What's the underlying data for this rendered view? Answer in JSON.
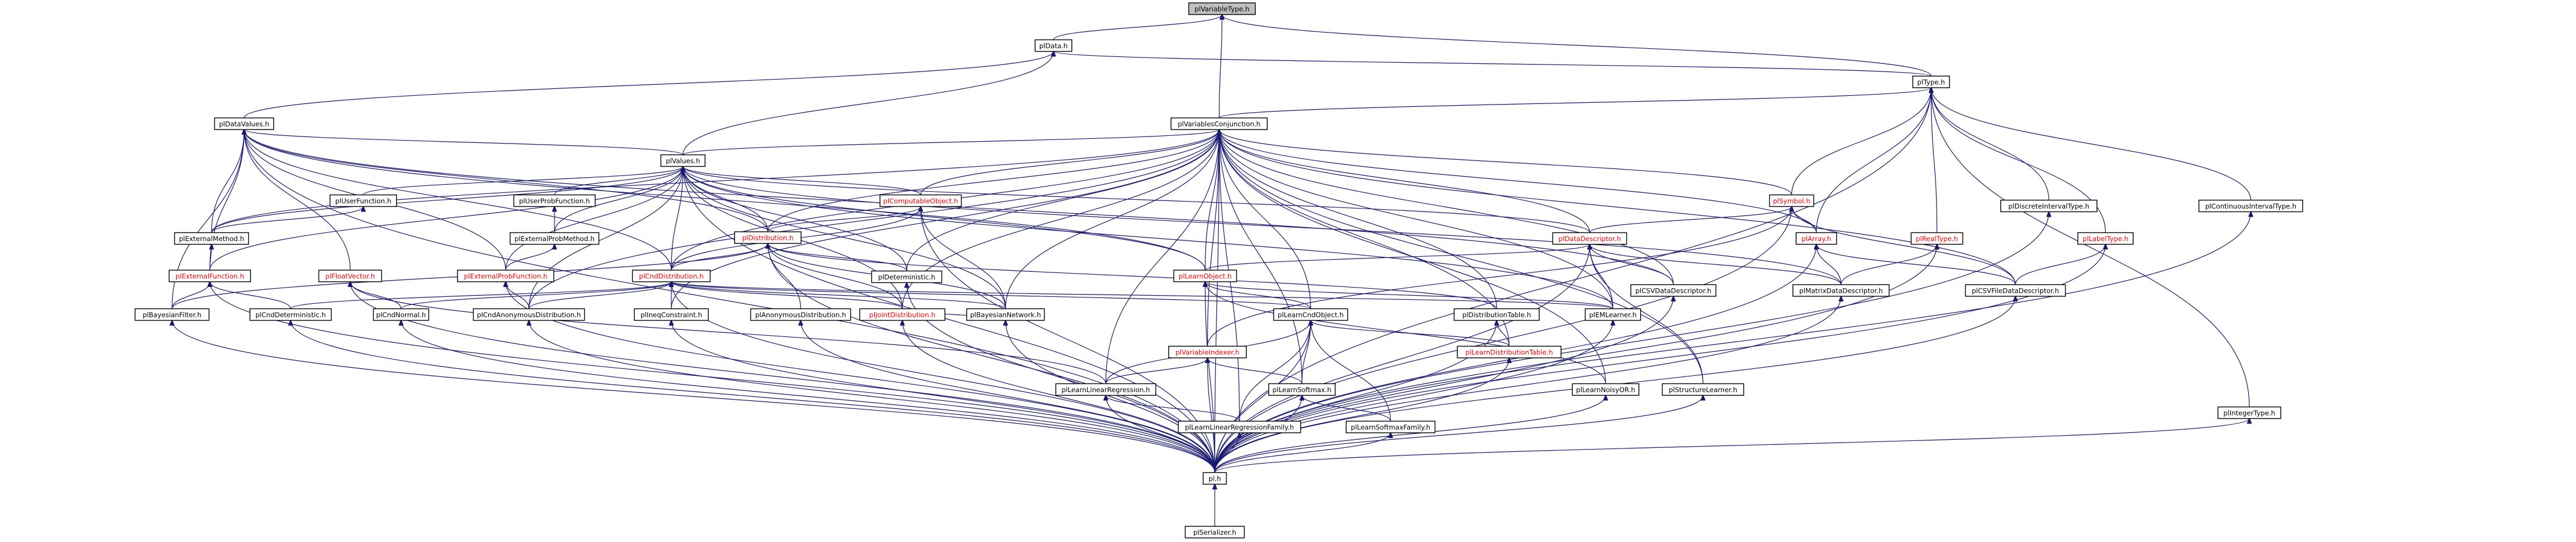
{
  "title": "plVariableType.h",
  "colors": {
    "edge": "#191970",
    "root_fill": "#bfbfbf",
    "box_fill": "#ffffff",
    "border": "#000000",
    "red_label": "#ff0000"
  },
  "nodes": [
    {
      "id": "plVariableType",
      "label": "plVariableType.h",
      "root": true
    },
    {
      "id": "plData",
      "label": "plData.h"
    },
    {
      "id": "plType",
      "label": "plType.h"
    },
    {
      "id": "plDataValues",
      "label": "plDataValues.h"
    },
    {
      "id": "plVariablesConjunction",
      "label": "plVariablesConjunction.h"
    },
    {
      "id": "plValues",
      "label": "plValues.h"
    },
    {
      "id": "plDiscreteIntervalType",
      "label": "plDiscreteIntervalType.h"
    },
    {
      "id": "plContinuousIntervalType",
      "label": "plContinuousIntervalType.h"
    },
    {
      "id": "plUserFunction",
      "label": "plUserFunction.h"
    },
    {
      "id": "plUserProbFunction",
      "label": "plUserProbFunction.h"
    },
    {
      "id": "plComputableObject",
      "label": "plComputableObject.h",
      "red": true
    },
    {
      "id": "plSymbol",
      "label": "plSymbol.h",
      "red": true
    },
    {
      "id": "plExternalMethod",
      "label": "plExternalMethod.h"
    },
    {
      "id": "plExternalProbMethod",
      "label": "plExternalProbMethod.h"
    },
    {
      "id": "plDistribution",
      "label": "plDistribution.h",
      "red": true
    },
    {
      "id": "plDataDescriptor",
      "label": "plDataDescriptor.h",
      "red": true
    },
    {
      "id": "plArray",
      "label": "plArray.h",
      "red": true
    },
    {
      "id": "plRealType",
      "label": "plRealType.h",
      "red": true
    },
    {
      "id": "plLabelType",
      "label": "plLabelType.h",
      "red": true
    },
    {
      "id": "plExternalFunction",
      "label": "plExternalFunction.h",
      "red": true
    },
    {
      "id": "plFloatVector",
      "label": "plFloatVector.h",
      "red": true
    },
    {
      "id": "plExternalProbFunction",
      "label": "plExternalProbFunction.h",
      "red": true
    },
    {
      "id": "plCndDistribution",
      "label": "plCndDistribution.h",
      "red": true
    },
    {
      "id": "plDeterministic",
      "label": "plDeterministic.h"
    },
    {
      "id": "plLearnObject",
      "label": "plLearnObject.h",
      "red": true
    },
    {
      "id": "plCSVDataDescriptor",
      "label": "plCSVDataDescriptor.h"
    },
    {
      "id": "plMatrixDataDescriptor",
      "label": "plMatrixDataDescriptor.h"
    },
    {
      "id": "plCSVFileDataDescriptor",
      "label": "plCSVFileDataDescriptor.h"
    },
    {
      "id": "plBayesianFilter",
      "label": "plBayesianFilter.h"
    },
    {
      "id": "plCndDeterministic",
      "label": "plCndDeterministic.h"
    },
    {
      "id": "plCndNormal",
      "label": "plCndNormal.h"
    },
    {
      "id": "plCndAnonymousDistribution",
      "label": "plCndAnonymousDistribution.h"
    },
    {
      "id": "plIneqConstraint",
      "label": "plIneqConstraint.h"
    },
    {
      "id": "plAnonymousDistribution",
      "label": "plAnonymousDistribution.h"
    },
    {
      "id": "plJointDistribution",
      "label": "plJointDistribution.h",
      "red": true
    },
    {
      "id": "plBayesianNetwork",
      "label": "plBayesianNetwork.h"
    },
    {
      "id": "plVariableIndexer",
      "label": "plVariableIndexer.h",
      "red": true
    },
    {
      "id": "plLearnCndObject",
      "label": "plLearnCndObject.h"
    },
    {
      "id": "plDistributionTable",
      "label": "plDistributionTable.h"
    },
    {
      "id": "plEMLearner",
      "label": "plEMLearner.h"
    },
    {
      "id": "plLearnLinearRegression",
      "label": "plLearnLinearRegression.h"
    },
    {
      "id": "plLearnSoftmax",
      "label": "plLearnSoftmax.h"
    },
    {
      "id": "plLearnDistributionTable",
      "label": "plLearnDistributionTable.h",
      "red": true
    },
    {
      "id": "plLearnNoisyOR",
      "label": "plLearnNoisyOR.h"
    },
    {
      "id": "plStructureLearner",
      "label": "plStructureLearner.h"
    },
    {
      "id": "plLearnLinearRegressionFamily",
      "label": "plLearnLinearRegressionFamily.h"
    },
    {
      "id": "plLearnSoftmaxFamily",
      "label": "plLearnSoftmaxFamily.h"
    },
    {
      "id": "plIntegerType",
      "label": "plIntegerType.h"
    },
    {
      "id": "pl",
      "label": "pl.h"
    },
    {
      "id": "plSerializer",
      "label": "plSerializer.h"
    }
  ],
  "edges": [
    [
      "plData",
      "plVariableType"
    ],
    [
      "plType",
      "plVariableType"
    ],
    [
      "plVariablesConjunction",
      "plVariableType"
    ],
    [
      "plType",
      "plData"
    ],
    [
      "plDataValues",
      "plData"
    ],
    [
      "plValues",
      "plData"
    ],
    [
      "plVariablesConjunction",
      "plType"
    ],
    [
      "plDiscreteIntervalType",
      "plType"
    ],
    [
      "plContinuousIntervalType",
      "plType"
    ],
    [
      "plSymbol",
      "plType"
    ],
    [
      "plArray",
      "plType"
    ],
    [
      "plRealType",
      "plType"
    ],
    [
      "plLabelType",
      "plType"
    ],
    [
      "plIntegerType",
      "plType"
    ],
    [
      "pl",
      "plType"
    ],
    [
      "plValues",
      "plDataValues"
    ],
    [
      "plExternalMethod",
      "plDataValues"
    ],
    [
      "plExternalFunction",
      "plDataValues"
    ],
    [
      "plFloatVector",
      "plDataValues"
    ],
    [
      "plExternalProbFunction",
      "plDataValues"
    ],
    [
      "plBayesianFilter",
      "plDataValues"
    ],
    [
      "plCndDistribution",
      "plDataValues"
    ],
    [
      "plDistribution",
      "plDataValues"
    ],
    [
      "plLearnObject",
      "plDataValues"
    ],
    [
      "plCSVDataDescriptor",
      "plDataValues"
    ],
    [
      "pl",
      "plDataValues"
    ],
    [
      "plValues",
      "plVariablesConjunction"
    ],
    [
      "plComputableObject",
      "plVariablesConjunction"
    ],
    [
      "plSymbol",
      "plVariablesConjunction"
    ],
    [
      "plExternalMethod",
      "plVariablesConjunction"
    ],
    [
      "plDistribution",
      "plVariablesConjunction"
    ],
    [
      "plDataDescriptor",
      "plVariablesConjunction"
    ],
    [
      "plArray",
      "plVariablesConjunction"
    ],
    [
      "plCndDistribution",
      "plVariablesConjunction"
    ],
    [
      "plDeterministic",
      "plVariablesConjunction"
    ],
    [
      "plLearnObject",
      "plVariablesConjunction"
    ],
    [
      "plCSVDataDescriptor",
      "plVariablesConjunction"
    ],
    [
      "plCSVFileDataDescriptor",
      "plVariablesConjunction"
    ],
    [
      "plCndAnonymousDistribution",
      "plVariablesConjunction"
    ],
    [
      "plIneqConstraint",
      "plVariablesConjunction"
    ],
    [
      "plJointDistribution",
      "plVariablesConjunction"
    ],
    [
      "plVariableIndexer",
      "plVariablesConjunction"
    ],
    [
      "plLearnCndObject",
      "plVariablesConjunction"
    ],
    [
      "plDistributionTable",
      "plVariablesConjunction"
    ],
    [
      "plEMLearner",
      "plVariablesConjunction"
    ],
    [
      "plLearnLinearRegression",
      "plVariablesConjunction"
    ],
    [
      "plLearnSoftmax",
      "plVariablesConjunction"
    ],
    [
      "plLearnDistributionTable",
      "plVariablesConjunction"
    ],
    [
      "plStructureLearner",
      "plVariablesConjunction"
    ],
    [
      "plLearnNoisyOR",
      "plVariablesConjunction"
    ],
    [
      "plLearnLinearRegressionFamily",
      "plVariablesConjunction"
    ],
    [
      "plBayesianNetwork",
      "plVariablesConjunction"
    ],
    [
      "pl",
      "plVariablesConjunction"
    ],
    [
      "plUserFunction",
      "plValues"
    ],
    [
      "plUserProbFunction",
      "plValues"
    ],
    [
      "plComputableObject",
      "plValues"
    ],
    [
      "plExternalMethod",
      "plValues"
    ],
    [
      "plExternalProbMethod",
      "plValues"
    ],
    [
      "plDistribution",
      "plValues"
    ],
    [
      "plDataDescriptor",
      "plValues"
    ],
    [
      "plExternalFunction",
      "plValues"
    ],
    [
      "plExternalProbFunction",
      "plValues"
    ],
    [
      "plCndDistribution",
      "plValues"
    ],
    [
      "plDeterministic",
      "plValues"
    ],
    [
      "plLearnObject",
      "plValues"
    ],
    [
      "plMatrixDataDescriptor",
      "plValues"
    ],
    [
      "plCndAnonymousDistribution",
      "plValues"
    ],
    [
      "plBayesianNetwork",
      "plValues"
    ],
    [
      "plJointDistribution",
      "plValues"
    ],
    [
      "plEMLearner",
      "plValues"
    ],
    [
      "pl",
      "plValues"
    ],
    [
      "pl",
      "plDiscreteIntervalType"
    ],
    [
      "pl",
      "plContinuousIntervalType"
    ],
    [
      "plExternalMethod",
      "plUserFunction"
    ],
    [
      "plExternalProbMethod",
      "plUserProbFunction"
    ],
    [
      "plDistribution",
      "plComputableObject"
    ],
    [
      "plCndDistribution",
      "plComputableObject"
    ],
    [
      "plBayesianNetwork",
      "plComputableObject"
    ],
    [
      "pl",
      "plComputableObject"
    ],
    [
      "plDataDescriptor",
      "plSymbol"
    ],
    [
      "plArray",
      "plSymbol"
    ],
    [
      "plVariableIndexer",
      "plSymbol"
    ],
    [
      "plCSVFileDataDescriptor",
      "plSymbol"
    ],
    [
      "pl",
      "plSymbol"
    ],
    [
      "plExternalFunction",
      "plExternalMethod"
    ],
    [
      "plExternalProbFunction",
      "plExternalProbMethod"
    ],
    [
      "plCndDistribution",
      "plDistribution"
    ],
    [
      "plDeterministic",
      "plDistribution"
    ],
    [
      "plAnonymousDistribution",
      "plDistribution"
    ],
    [
      "plJointDistribution",
      "plDistribution"
    ],
    [
      "plBayesianNetwork",
      "plDistribution"
    ],
    [
      "plDistributionTable",
      "plDistribution"
    ],
    [
      "plBayesianFilter",
      "plDistribution"
    ],
    [
      "pl",
      "plDistribution"
    ],
    [
      "plLearnObject",
      "plDataDescriptor"
    ],
    [
      "plCSVDataDescriptor",
      "plDataDescriptor"
    ],
    [
      "plMatrixDataDescriptor",
      "plDataDescriptor"
    ],
    [
      "plEMLearner",
      "plDataDescriptor"
    ],
    [
      "plStructureLearner",
      "plDataDescriptor"
    ],
    [
      "pl",
      "plDataDescriptor"
    ],
    [
      "plMatrixDataDescriptor",
      "plArray"
    ],
    [
      "plCSVFileDataDescriptor",
      "plArray"
    ],
    [
      "pl",
      "plArray"
    ],
    [
      "plMatrixDataDescriptor",
      "plRealType"
    ],
    [
      "pl",
      "plRealType"
    ],
    [
      "plCSVFileDataDescriptor",
      "plLabelType"
    ],
    [
      "pl",
      "plLabelType"
    ],
    [
      "plBayesianFilter",
      "plExternalFunction"
    ],
    [
      "plCndDeterministic",
      "plExternalFunction"
    ],
    [
      "pl",
      "plExternalFunction"
    ],
    [
      "plCndNormal",
      "plFloatVector"
    ],
    [
      "plLearnLinearRegression",
      "plFloatVector"
    ],
    [
      "pl",
      "plFloatVector"
    ],
    [
      "plCndAnonymousDistribution",
      "plExternalProbFunction"
    ],
    [
      "pl",
      "plExternalProbFunction"
    ],
    [
      "plCndDeterministic",
      "plCndDistribution"
    ],
    [
      "plCndNormal",
      "plCndDistribution"
    ],
    [
      "plCndAnonymousDistribution",
      "plCndDistribution"
    ],
    [
      "plIneqConstraint",
      "plCndDistribution"
    ],
    [
      "plJointDistribution",
      "plCndDistribution"
    ],
    [
      "plBayesianNetwork",
      "plCndDistribution"
    ],
    [
      "plLearnCndObject",
      "plCndDistribution"
    ],
    [
      "plEMLearner",
      "plCndDistribution"
    ],
    [
      "pl",
      "plCndDistribution"
    ],
    [
      "pl",
      "plDeterministic"
    ],
    [
      "plLearnCndObject",
      "plLearnObject"
    ],
    [
      "plEMLearner",
      "plLearnObject"
    ],
    [
      "plLearnNoisyOR",
      "plLearnObject"
    ],
    [
      "pl",
      "plLearnObject"
    ],
    [
      "pl",
      "plCSVDataDescriptor"
    ],
    [
      "pl",
      "plMatrixDataDescriptor"
    ],
    [
      "pl",
      "plCSVFileDataDescriptor"
    ],
    [
      "pl",
      "plBayesianFilter"
    ],
    [
      "pl",
      "plCndDeterministic"
    ],
    [
      "pl",
      "plCndNormal"
    ],
    [
      "pl",
      "plCndAnonymousDistribution"
    ],
    [
      "pl",
      "plIneqConstraint"
    ],
    [
      "pl",
      "plAnonymousDistribution"
    ],
    [
      "plBayesianNetwork",
      "plJointDistribution"
    ],
    [
      "pl",
      "plJointDistribution"
    ],
    [
      "pl",
      "plBayesianNetwork"
    ],
    [
      "plLearnLinearRegression",
      "plVariableIndexer"
    ],
    [
      "plLearnSoftmax",
      "plVariableIndexer"
    ],
    [
      "pl",
      "plVariableIndexer"
    ],
    [
      "plLearnLinearRegression",
      "plLearnCndObject"
    ],
    [
      "plLearnSoftmax",
      "plLearnCndObject"
    ],
    [
      "plLearnDistributionTable",
      "plLearnCndObject"
    ],
    [
      "plLearnLinearRegressionFamily",
      "plLearnCndObject"
    ],
    [
      "plLearnSoftmaxFamily",
      "plLearnCndObject"
    ],
    [
      "pl",
      "plLearnCndObject"
    ],
    [
      "plLearnDistributionTable",
      "plDistributionTable"
    ],
    [
      "pl",
      "plDistributionTable"
    ],
    [
      "pl",
      "plEMLearner"
    ],
    [
      "plLearnLinearRegressionFamily",
      "plLearnLinearRegression"
    ],
    [
      "pl",
      "plLearnLinearRegression"
    ],
    [
      "plLearnSoftmaxFamily",
      "plLearnSoftmax"
    ],
    [
      "pl",
      "plLearnSoftmax"
    ],
    [
      "pl",
      "plLearnDistributionTable"
    ],
    [
      "pl",
      "plLearnNoisyOR"
    ],
    [
      "pl",
      "plStructureLearner"
    ],
    [
      "pl",
      "plLearnLinearRegressionFamily"
    ],
    [
      "pl",
      "plLearnSoftmaxFamily"
    ],
    [
      "pl",
      "plIntegerType"
    ],
    [
      "plSerializer",
      "pl"
    ]
  ]
}
